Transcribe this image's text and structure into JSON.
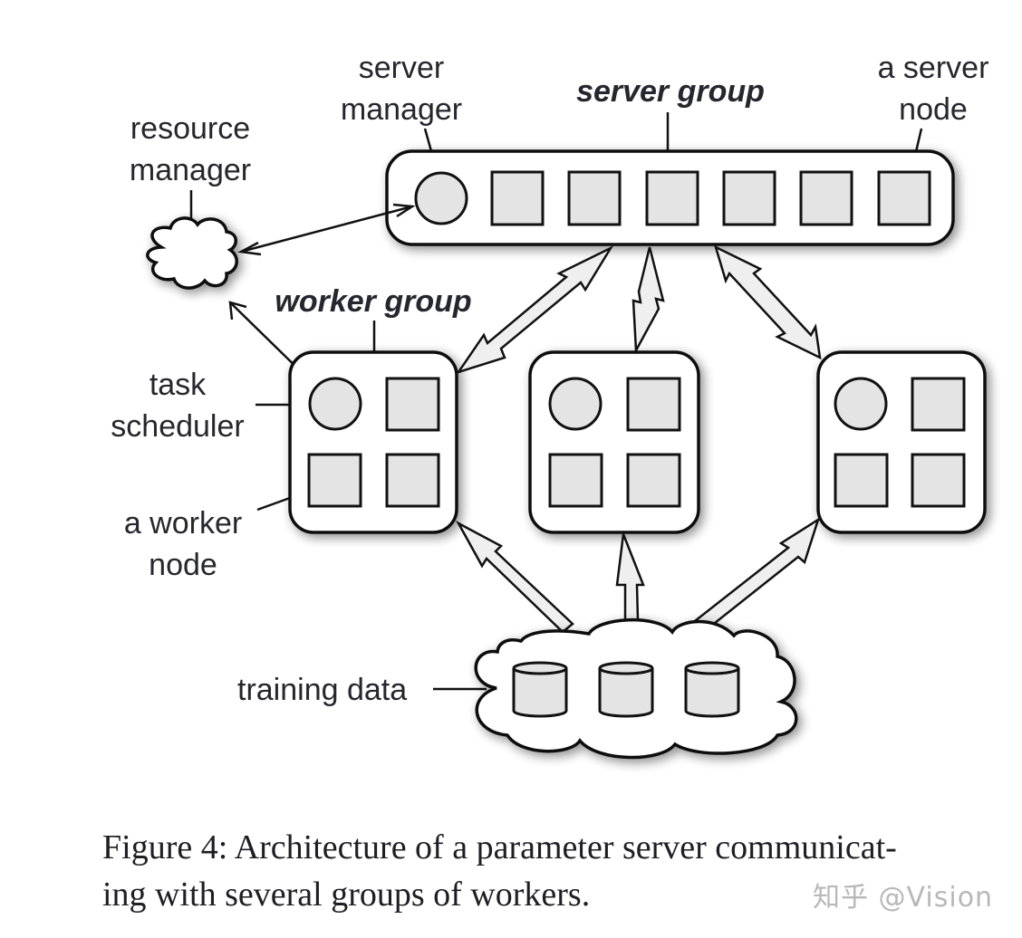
{
  "figure": {
    "labels": {
      "server_manager": [
        "server",
        "manager"
      ],
      "server_group": "server group",
      "a_server_node": [
        "a server",
        "node"
      ],
      "resource_manager": [
        "resource",
        "manager"
      ],
      "worker_group": "worker group",
      "task_scheduler": [
        "task",
        "scheduler"
      ],
      "a_worker_node": [
        "a worker",
        "node"
      ],
      "training_data": "training data"
    },
    "server_group": {
      "manager_count": 1,
      "server_node_count": 6
    },
    "worker_groups": [
      {
        "scheduler_count": 1,
        "worker_node_count": 3
      },
      {
        "scheduler_count": 1,
        "worker_node_count": 3
      },
      {
        "scheduler_count": 1,
        "worker_node_count": 3
      }
    ],
    "training_data": {
      "storage_count": 3
    },
    "colors": {
      "node_fill": "#e4e4e4",
      "stroke": "#111111",
      "text": "#26262e"
    }
  },
  "caption": {
    "line1": "Figure 4: Architecture of a parameter server communicat-",
    "line2": "ing with several groups of workers."
  },
  "watermark": "知乎 @Vision"
}
